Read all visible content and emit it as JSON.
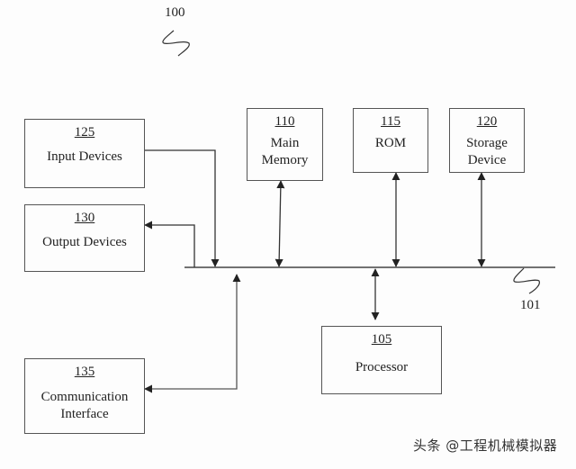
{
  "figure_ref": "100",
  "bus_ref": "101",
  "components": {
    "input_devices": {
      "ref": "125",
      "label": "Input Devices"
    },
    "output_devices": {
      "ref": "130",
      "label": "Output Devices"
    },
    "communication_interface": {
      "ref": "135",
      "label": "Communication Interface"
    },
    "main_memory": {
      "ref": "110",
      "label": "Main Memory"
    },
    "rom": {
      "ref": "115",
      "label": "ROM"
    },
    "storage_device": {
      "ref": "120",
      "label": "Storage Device"
    },
    "processor": {
      "ref": "105",
      "label": "Processor"
    }
  },
  "connections": [
    {
      "from": "input_devices",
      "to": "bus",
      "direction": "to-bus"
    },
    {
      "from": "bus",
      "to": "output_devices",
      "direction": "from-bus"
    },
    {
      "from": "communication_interface",
      "to": "bus",
      "direction": "bidirectional"
    },
    {
      "from": "main_memory",
      "to": "bus",
      "direction": "bidirectional"
    },
    {
      "from": "rom",
      "to": "bus",
      "direction": "bidirectional"
    },
    {
      "from": "storage_device",
      "to": "bus",
      "direction": "bidirectional"
    },
    {
      "from": "processor",
      "to": "bus",
      "direction": "bidirectional"
    }
  ],
  "watermark": "头条 @工程机械模拟器"
}
